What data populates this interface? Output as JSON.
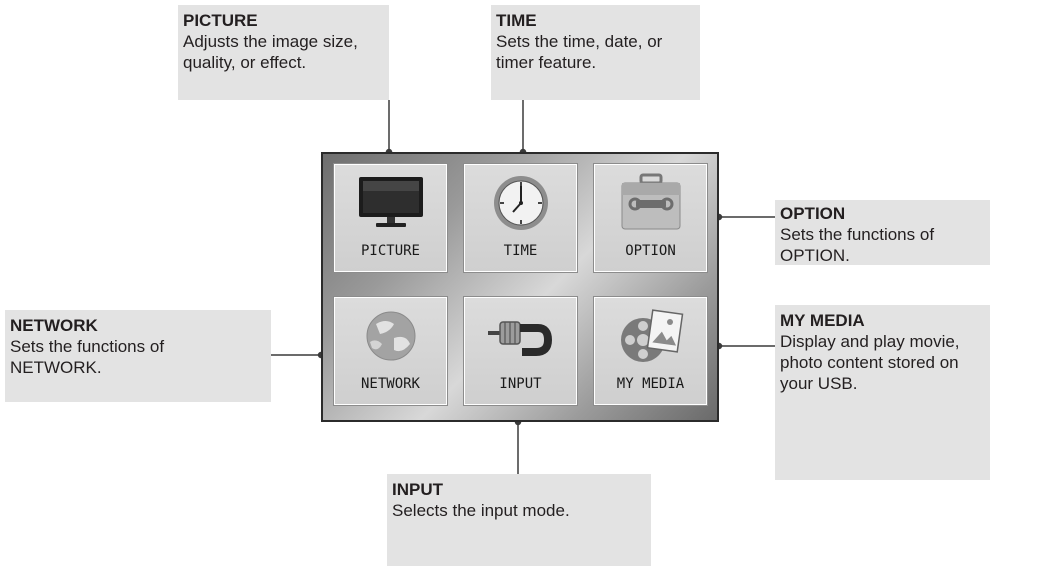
{
  "callouts": {
    "picture": {
      "title": "PICTURE",
      "lines": [
        "Adjusts the image size,",
        "quality, or effect."
      ]
    },
    "time": {
      "title": "TIME",
      "lines": [
        "Sets the time, date, or",
        "timer feature."
      ]
    },
    "option": {
      "title": "OPTION",
      "lines": [
        "Sets the functions of",
        "OPTION."
      ]
    },
    "network": {
      "title": "NETWORK",
      "lines": [
        "Sets the functions of",
        "NETWORK."
      ]
    },
    "my_media": {
      "title": "MY MEDIA",
      "lines": [
        "Display and play movie,",
        "photo content stored on",
        "your USB."
      ]
    },
    "input": {
      "title": "INPUT",
      "lines": [
        "Selects the input mode."
      ]
    }
  },
  "menu": {
    "tiles": [
      {
        "label": "PICTURE",
        "icon": "tv-icon"
      },
      {
        "label": "TIME",
        "icon": "clock-icon"
      },
      {
        "label": "OPTION",
        "icon": "toolbox-icon"
      },
      {
        "label": "NETWORK",
        "icon": "globe-icon"
      },
      {
        "label": "INPUT",
        "icon": "plug-icon"
      },
      {
        "label": "MY MEDIA",
        "icon": "film-reel-icon"
      }
    ]
  },
  "colors": {
    "callout_bg": "#e3e3e3",
    "connector": "#3a3a3a",
    "panel_border": "#2b2b2b"
  }
}
